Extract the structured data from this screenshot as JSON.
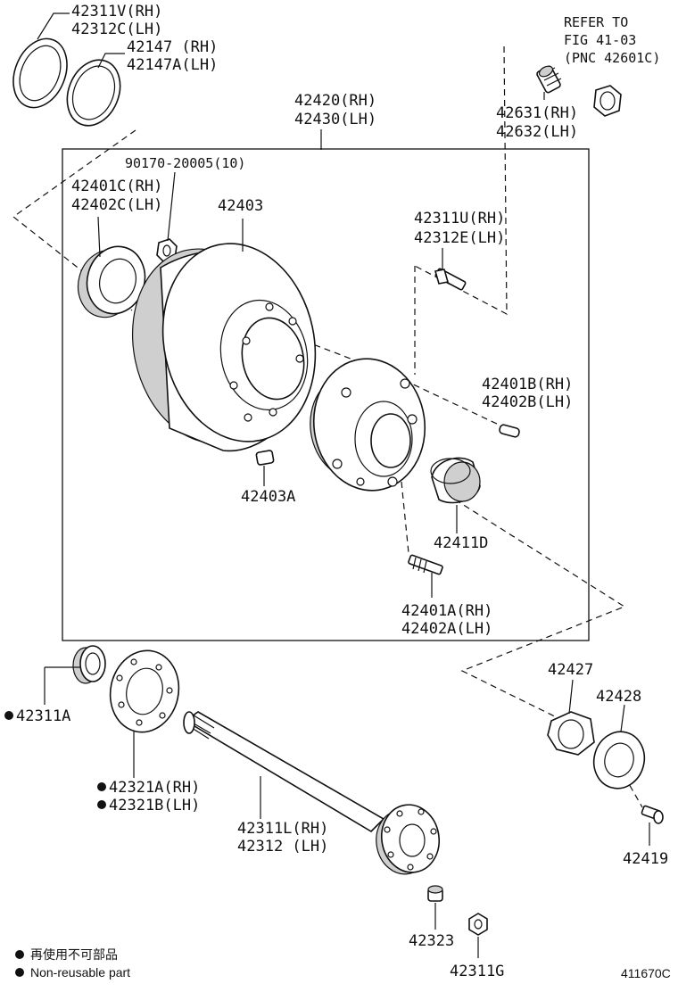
{
  "labels": {
    "p42311V": "42311V(RH)",
    "p42312C": "42312C(LH)",
    "p42147": "42147 (RH)",
    "p42147A": "42147A(LH)",
    "refer1": "REFER TO",
    "refer2": "FIG 41-03",
    "refer3": "(PNC 42601C)",
    "p42631": "42631(RH)",
    "p42632": "42632(LH)",
    "p42420": "42420(RH)",
    "p42430": "42430(LH)",
    "p90170": "90170-20005(10)",
    "p42401C": "42401C(RH)",
    "p42402C": "42402C(LH)",
    "p42403": "42403",
    "p42311U": "42311U(RH)",
    "p42312E": "42312E(LH)",
    "p42401B": "42401B(RH)",
    "p42402B": "42402B(LH)",
    "p42403A": "42403A",
    "p42411D": "42411D",
    "p42401A": "42401A(RH)",
    "p42402A": "42402A(LH)",
    "p42311A": "42311A",
    "p42427": "42427",
    "p42428": "42428",
    "p42321A": "42321A(RH)",
    "p42321B": "42321B(LH)",
    "p42311L": "42311L(RH)",
    "p42312": "42312 (LH)",
    "p42419": "42419",
    "p42323": "42323",
    "p42311G": "42311G"
  },
  "legend": {
    "jp": "再使用不可部品",
    "en": "Non-reusable part"
  },
  "figure_id": "411670C"
}
